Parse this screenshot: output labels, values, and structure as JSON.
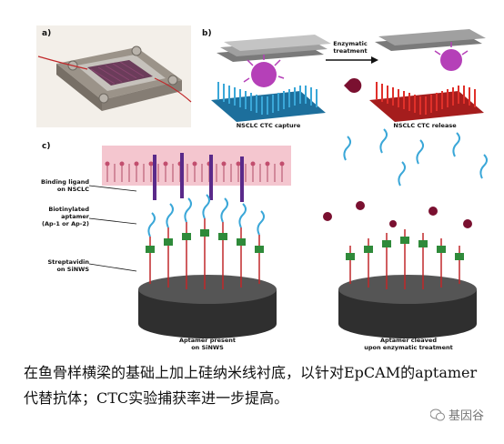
{
  "panels": {
    "a": {
      "label": "a)"
    },
    "b": {
      "label": "b)",
      "enzymatic": "Enzymatic\ntreatment",
      "capture": "NSCLC CTC capture",
      "release": "NSCLC CTC release"
    },
    "c": {
      "label": "c)",
      "binding_ligand": "Binding ligand\non NSCLC",
      "biotinylated": "Biotinylated\naptamer\n(Ap-1 or Ap-2)",
      "streptavidin": "Streptavidin\non SiNWS",
      "present": "Aptamer present\non SiNWS",
      "cleaved": "Aptamer cleaved\nupon enzymatic treatment"
    }
  },
  "caption": "在鱼骨样横梁的基础上加上硅纳米线衬底，以针对EpCAM的aptamer代替抗体；CTC实验捕获率进一步提高。",
  "watermark": "基因谷",
  "colors": {
    "nanowire_blue": "#3aa7d8",
    "nanowire_red": "#e0302a",
    "cell_purple": "#b540b8",
    "membrane_pink": "#f4c6cf",
    "streptavidin_green": "#2f8a3a"
  }
}
